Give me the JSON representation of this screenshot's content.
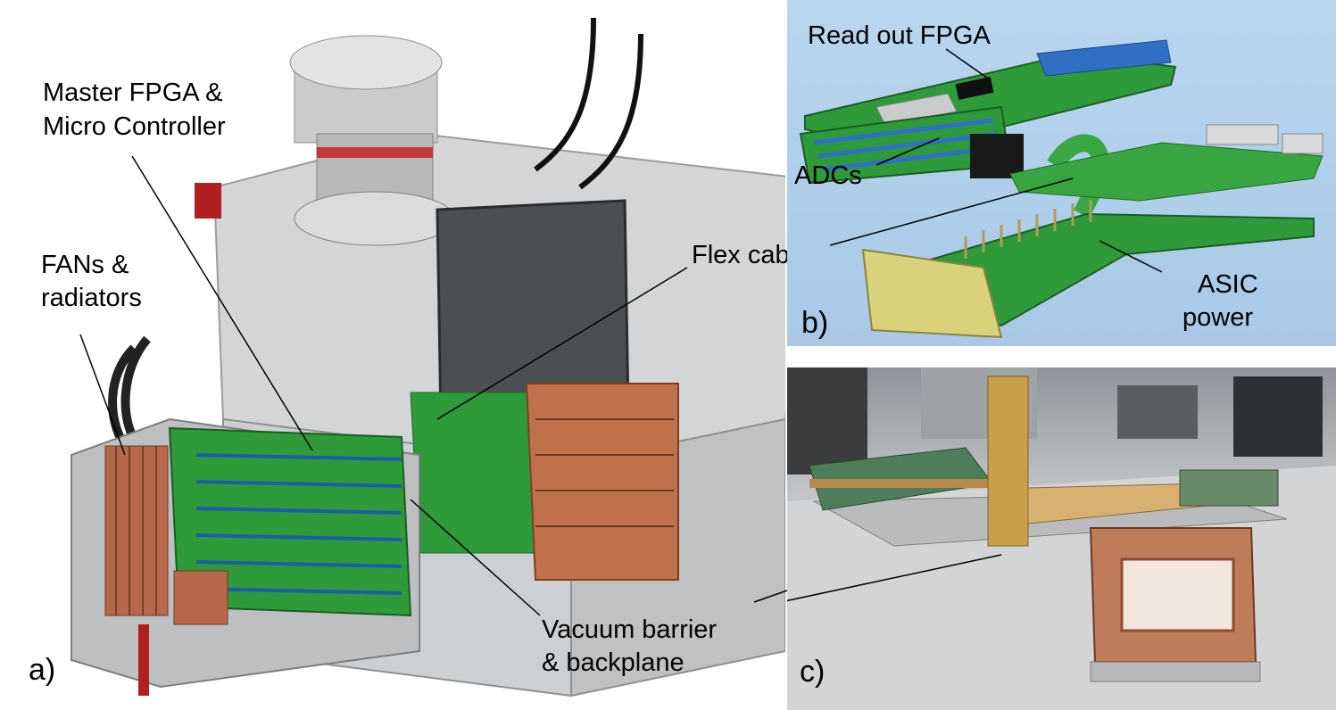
{
  "panel_a": {
    "panel_label": "a)",
    "labels": {
      "master_fpga_line1": "Master FPGA &",
      "master_fpga_line2": "Micro Controller",
      "fans_line1": "FANs &",
      "fans_line2": "radiators",
      "flex_cable": "Flex cable",
      "vacuum_line1": "Vacuum barrier",
      "vacuum_line2": "& backplane"
    }
  },
  "panel_b": {
    "panel_label": "b)",
    "labels": {
      "readout_fpga": "Read out FPGA",
      "adcs": "ADCs",
      "asic_line1": "ASIC",
      "asic_line2": "power"
    }
  },
  "panel_c": {
    "panel_label": "c)"
  },
  "colors": {
    "panel_b_background": "#b0cfeb",
    "pcb_green": "#2e9a3a",
    "copper": "#c0704a",
    "aluminium": "#c8cacc"
  }
}
